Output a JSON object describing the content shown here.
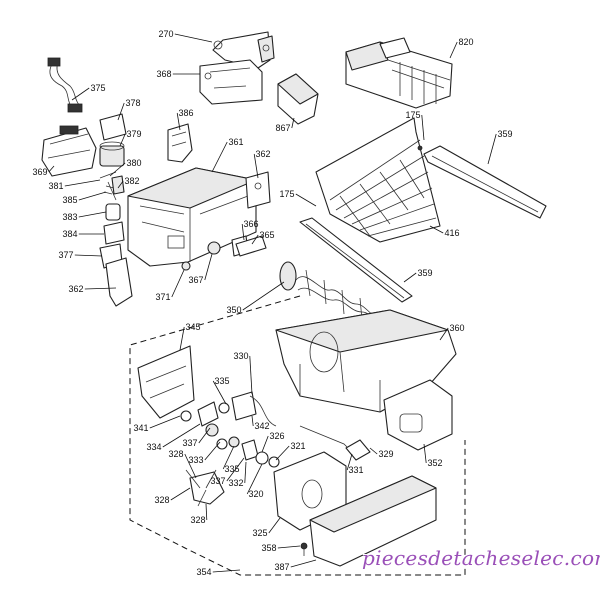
{
  "labels": [
    "270",
    "368",
    "820",
    "375",
    "378",
    "386",
    "867",
    "175",
    "359",
    "379",
    "361",
    "362",
    "369",
    "380",
    "381",
    "382",
    "385",
    "175",
    "383",
    "366",
    "365",
    "384",
    "377",
    "416",
    "359",
    "362",
    "371",
    "367",
    "350",
    "345",
    "360",
    "330",
    "335",
    "341",
    "334",
    "337",
    "333",
    "342",
    "326",
    "321",
    "335",
    "328",
    "337",
    "332",
    "320",
    "331",
    "329",
    "352",
    "328",
    "328",
    "325",
    "358",
    "354",
    "387"
  ],
  "watermark": "piecesdetacheselec.com"
}
